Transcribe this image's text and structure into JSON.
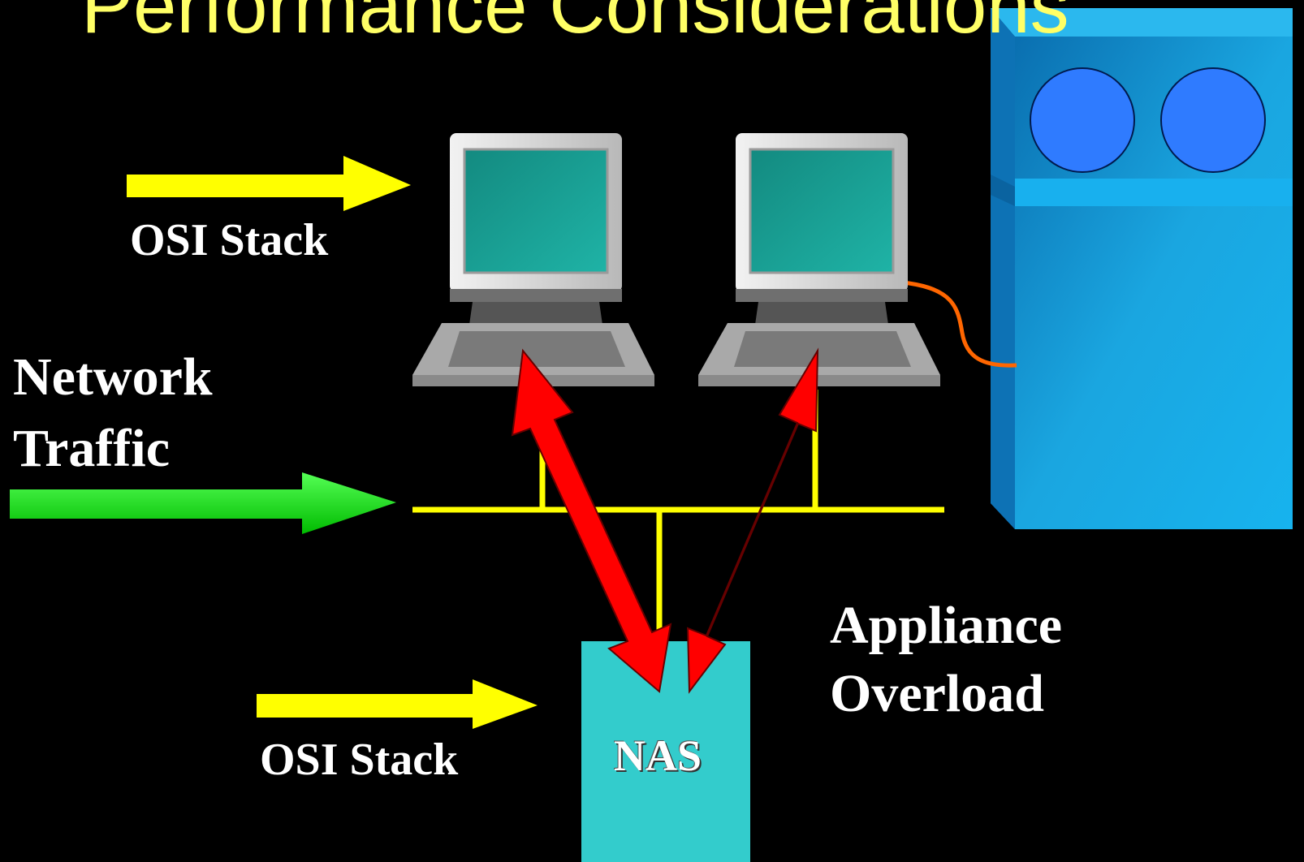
{
  "slide": {
    "title": "Performance Considerations",
    "labels": {
      "osi_stack_top": "OSI Stack",
      "network_traffic_line1": "Network",
      "network_traffic_line2": "Traffic",
      "appliance_line1": "Appliance",
      "appliance_line2": "Overload",
      "osi_stack_bottom": "OSI Stack",
      "nas": "NAS"
    },
    "colors": {
      "background": "#000000",
      "title": "#ffff66",
      "yellow_arrow": "#ffff00",
      "green_arrow": "#22dd22",
      "red_arrow": "#ff0000",
      "network_line": "#ffff00",
      "nas_box": "#33cccc",
      "server": "#1199dd",
      "cable": "#ff6600"
    }
  }
}
